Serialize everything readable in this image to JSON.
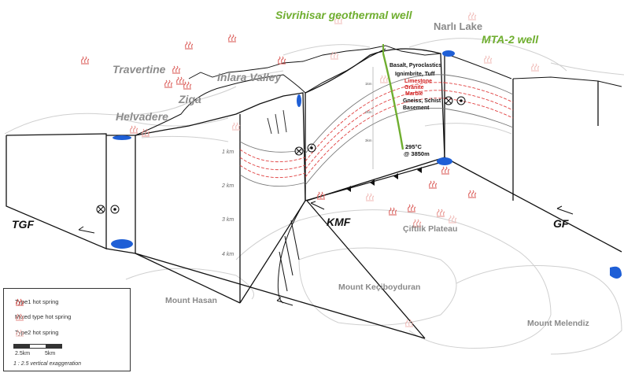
{
  "labels": {
    "sivrihisar_well": "Sivrihisar geothermal well",
    "narli_lake": "Narlı Lake",
    "mta2_well": "MTA-2 well",
    "travertine": "Travertine",
    "ihlara_valley": "Ihlara Valley",
    "ziga": "Ziga",
    "helvadere": "Helvadere",
    "tgf": "TGF",
    "kmf": "KMF",
    "gf": "GF",
    "ciftlik_plateau": "Çiftlik Plateau",
    "mount_kecibolduran": "Mount Keçiboyduran",
    "mount_hasan": "Mount Hasan",
    "mount_melendiz": "Mount Melendiz"
  },
  "strata_labels": {
    "basalt": "Basalt, Pyroclastics",
    "ignimbrite": "Ignimbrite, Tuff",
    "limestone": "Limestone",
    "granite": "Granite",
    "marble": "Marble",
    "gneiss": "Gneiss, Schist",
    "basement": "Basement"
  },
  "well_temp": {
    "temp": "295°C",
    "depth": "@ 3850m"
  },
  "depth_ticks": [
    "1 km",
    "2 km",
    "3 km",
    "4 km"
  ],
  "well_depth_ticks": [
    "1km",
    "2km",
    "3km"
  ],
  "legend": {
    "type1": "Type1 hot spring",
    "mixed": "Mixed type hot spring",
    "type2": "Type2 hot spring",
    "scale_a": "2.5km",
    "scale_b": "5km",
    "exaggeration": "1 : 2.5 vertical exaggeration"
  },
  "colors": {
    "type1_spring": "#d9534f",
    "mixed_spring": "#e58a85",
    "type2_spring": "#f0b8b4",
    "water": "#1f5fd6",
    "well": "#6fae2f",
    "strata_red": "#e04040"
  }
}
